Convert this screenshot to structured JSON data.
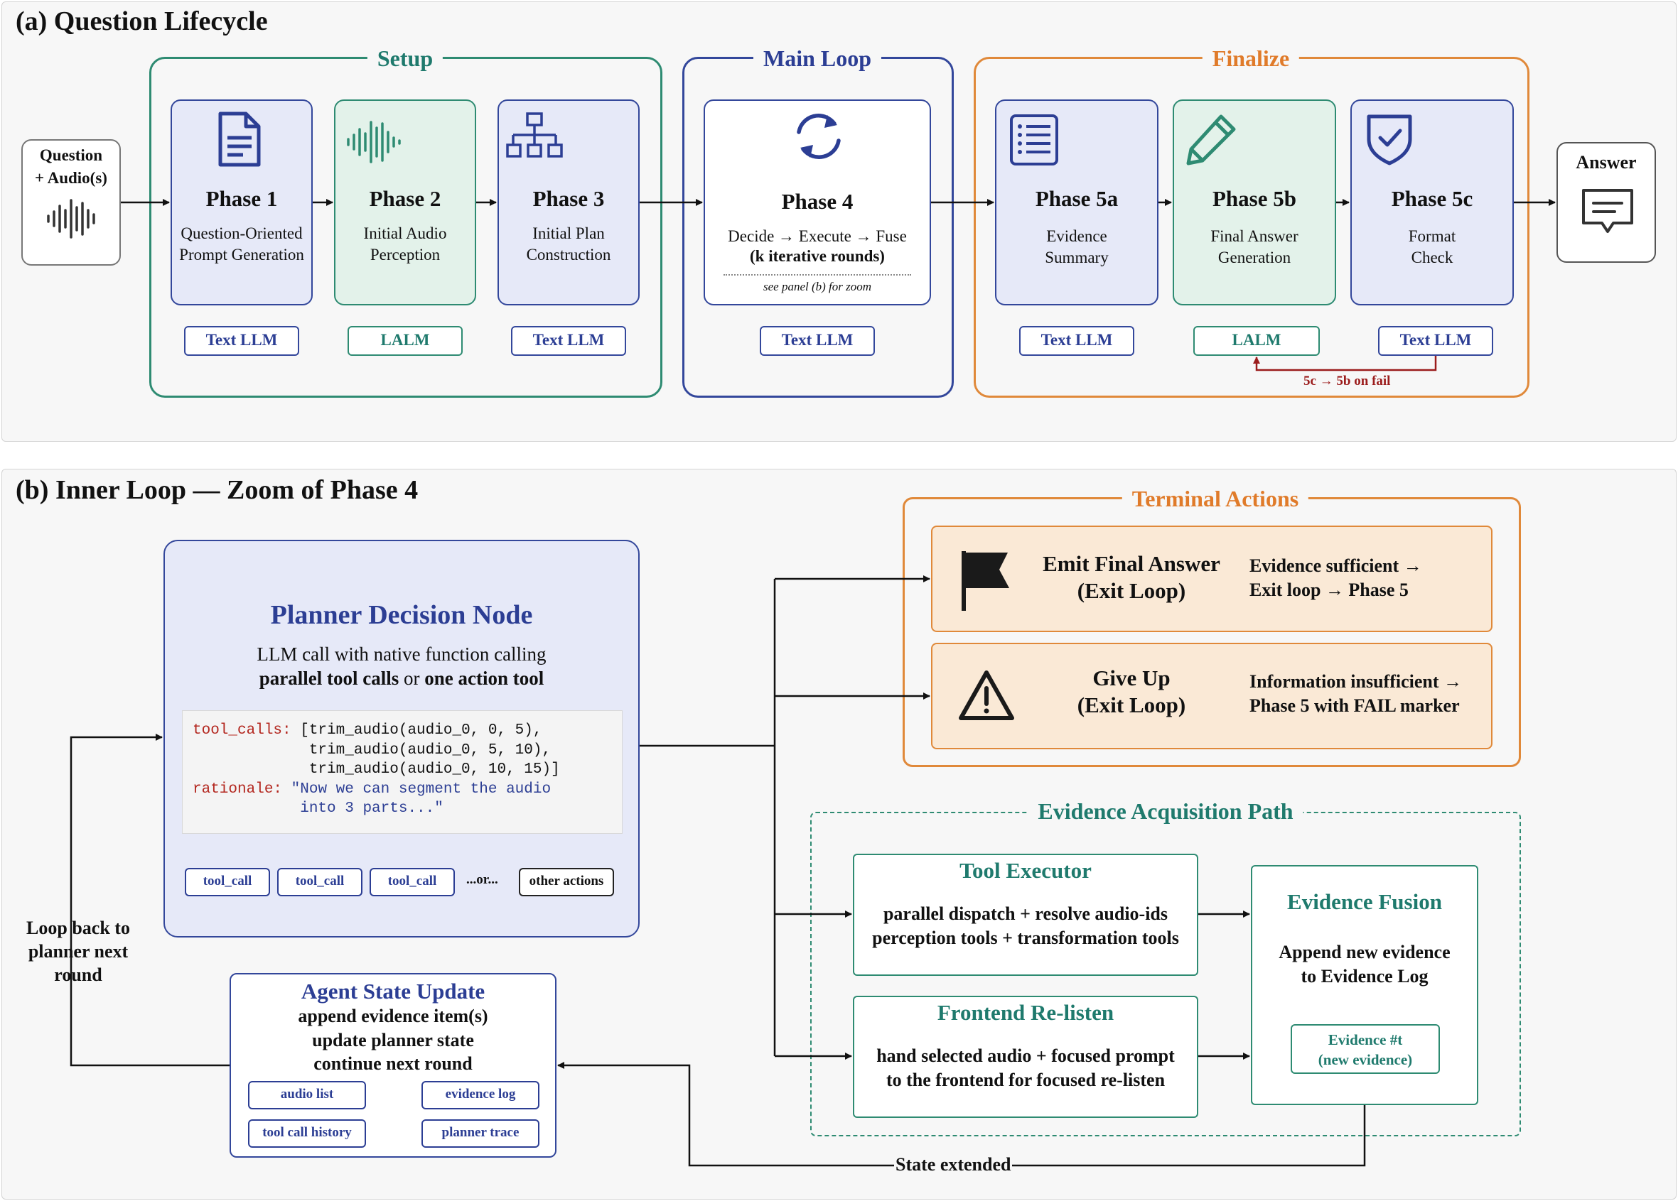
{
  "panel_a": {
    "title": "(a) Question Lifecycle",
    "input": {
      "line1": "Question",
      "line2": "+ Audio(s)"
    },
    "output": {
      "label": "Answer"
    },
    "groups": {
      "setup": "Setup",
      "main_loop": "Main Loop",
      "finalize": "Finalize"
    },
    "phases": [
      {
        "name": "Phase 1",
        "desc1": "Question-Oriented",
        "desc2": "Prompt Generation",
        "tag": "Text LLM"
      },
      {
        "name": "Phase 2",
        "desc1": "Initial Audio",
        "desc2": "Perception",
        "tag": "LALM"
      },
      {
        "name": "Phase 3",
        "desc1": "Initial Plan",
        "desc2": "Construction",
        "tag": "Text LLM"
      },
      {
        "name": "Phase 4",
        "desc1": "Decide → Execute → Fuse",
        "desc2": "(k iterative rounds)",
        "note": "see panel (b) for zoom",
        "tag": "Text LLM"
      },
      {
        "name": "Phase 5a",
        "desc1": "Evidence",
        "desc2": "Summary",
        "tag": "Text LLM"
      },
      {
        "name": "Phase 5b",
        "desc1": "Final Answer",
        "desc2": "Generation",
        "tag": "LALM"
      },
      {
        "name": "Phase 5c",
        "desc1": "Format",
        "desc2": "Check",
        "tag": "Text LLM"
      }
    ],
    "fail_label": "5c → 5b on fail"
  },
  "panel_b": {
    "title": "(b) Inner Loop — Zoom of Phase 4",
    "planner": {
      "title": "Planner Decision Node",
      "line1": "LLM call with native function calling",
      "line2_bold1": "parallel tool calls",
      "line2_mid": " or ",
      "line2_bold2": "one action tool",
      "code": {
        "kw1": "tool_calls:",
        "l1": " [trim_audio(audio_0, 0, 5),",
        "l2": "             trim_audio(audio_0, 5, 10),",
        "l3": "             trim_audio(audio_0, 10, 15)]",
        "kw2": "rationale:",
        "s1": " \"Now we can segment the audio",
        "s2": "            into 3 parts...\""
      },
      "buttons": [
        "tool_call",
        "tool_call",
        "tool_call"
      ],
      "ellipsis": "...or...",
      "other": "other actions"
    },
    "loop_back": {
      "l1": "Loop back to",
      "l2": "planner next",
      "l3": "round"
    },
    "state_update": {
      "title": "Agent State Update",
      "l1": "append evidence item(s)",
      "l2": "update planner state",
      "l3": "continue next round",
      "tags": [
        "audio list",
        "evidence log",
        "tool call history",
        "planner trace"
      ]
    },
    "terminal": {
      "title": "Terminal Actions",
      "emit": {
        "l1": "Emit Final Answer",
        "l2": "(Exit Loop)",
        "r1": "Evidence sufficient →",
        "r2": "Exit loop → Phase 5"
      },
      "giveup": {
        "l1": "Give Up",
        "l2": "(Exit Loop)",
        "r1": "Information insufficient →",
        "r2": "Phase 5 with FAIL marker"
      }
    },
    "evidence_path": {
      "title": "Evidence Acquisition Path",
      "executor": {
        "title": "Tool Executor",
        "l1": "parallel dispatch + resolve audio-ids",
        "l2": "perception tools + transformation tools"
      },
      "relisten": {
        "title": "Frontend Re-listen",
        "l1": "hand selected audio + focused prompt",
        "l2": "to the frontend for focused re-listen"
      },
      "fusion": {
        "title": "Evidence Fusion",
        "l1": "Append new evidence",
        "l2": "to Evidence Log",
        "tag1": "Evidence #t",
        "tag2": "(new evidence)"
      }
    },
    "state_extended": "State extended"
  },
  "colors": {
    "blue": "#2c3e94",
    "teal": "#1f7a6d",
    "orange": "#e07b2a",
    "red": "#9b1c1c",
    "blue_fill": "#e6e9f8",
    "green_fill": "#e3f2ea",
    "terminal_fill": "#fae9d6"
  },
  "icons": [
    "audio-waveform-icon",
    "document-icon",
    "hierarchy-icon",
    "refresh-icon",
    "checklist-icon",
    "pencil-icon",
    "shield-check-icon",
    "chat-message-icon",
    "flag-icon",
    "warning-icon"
  ]
}
